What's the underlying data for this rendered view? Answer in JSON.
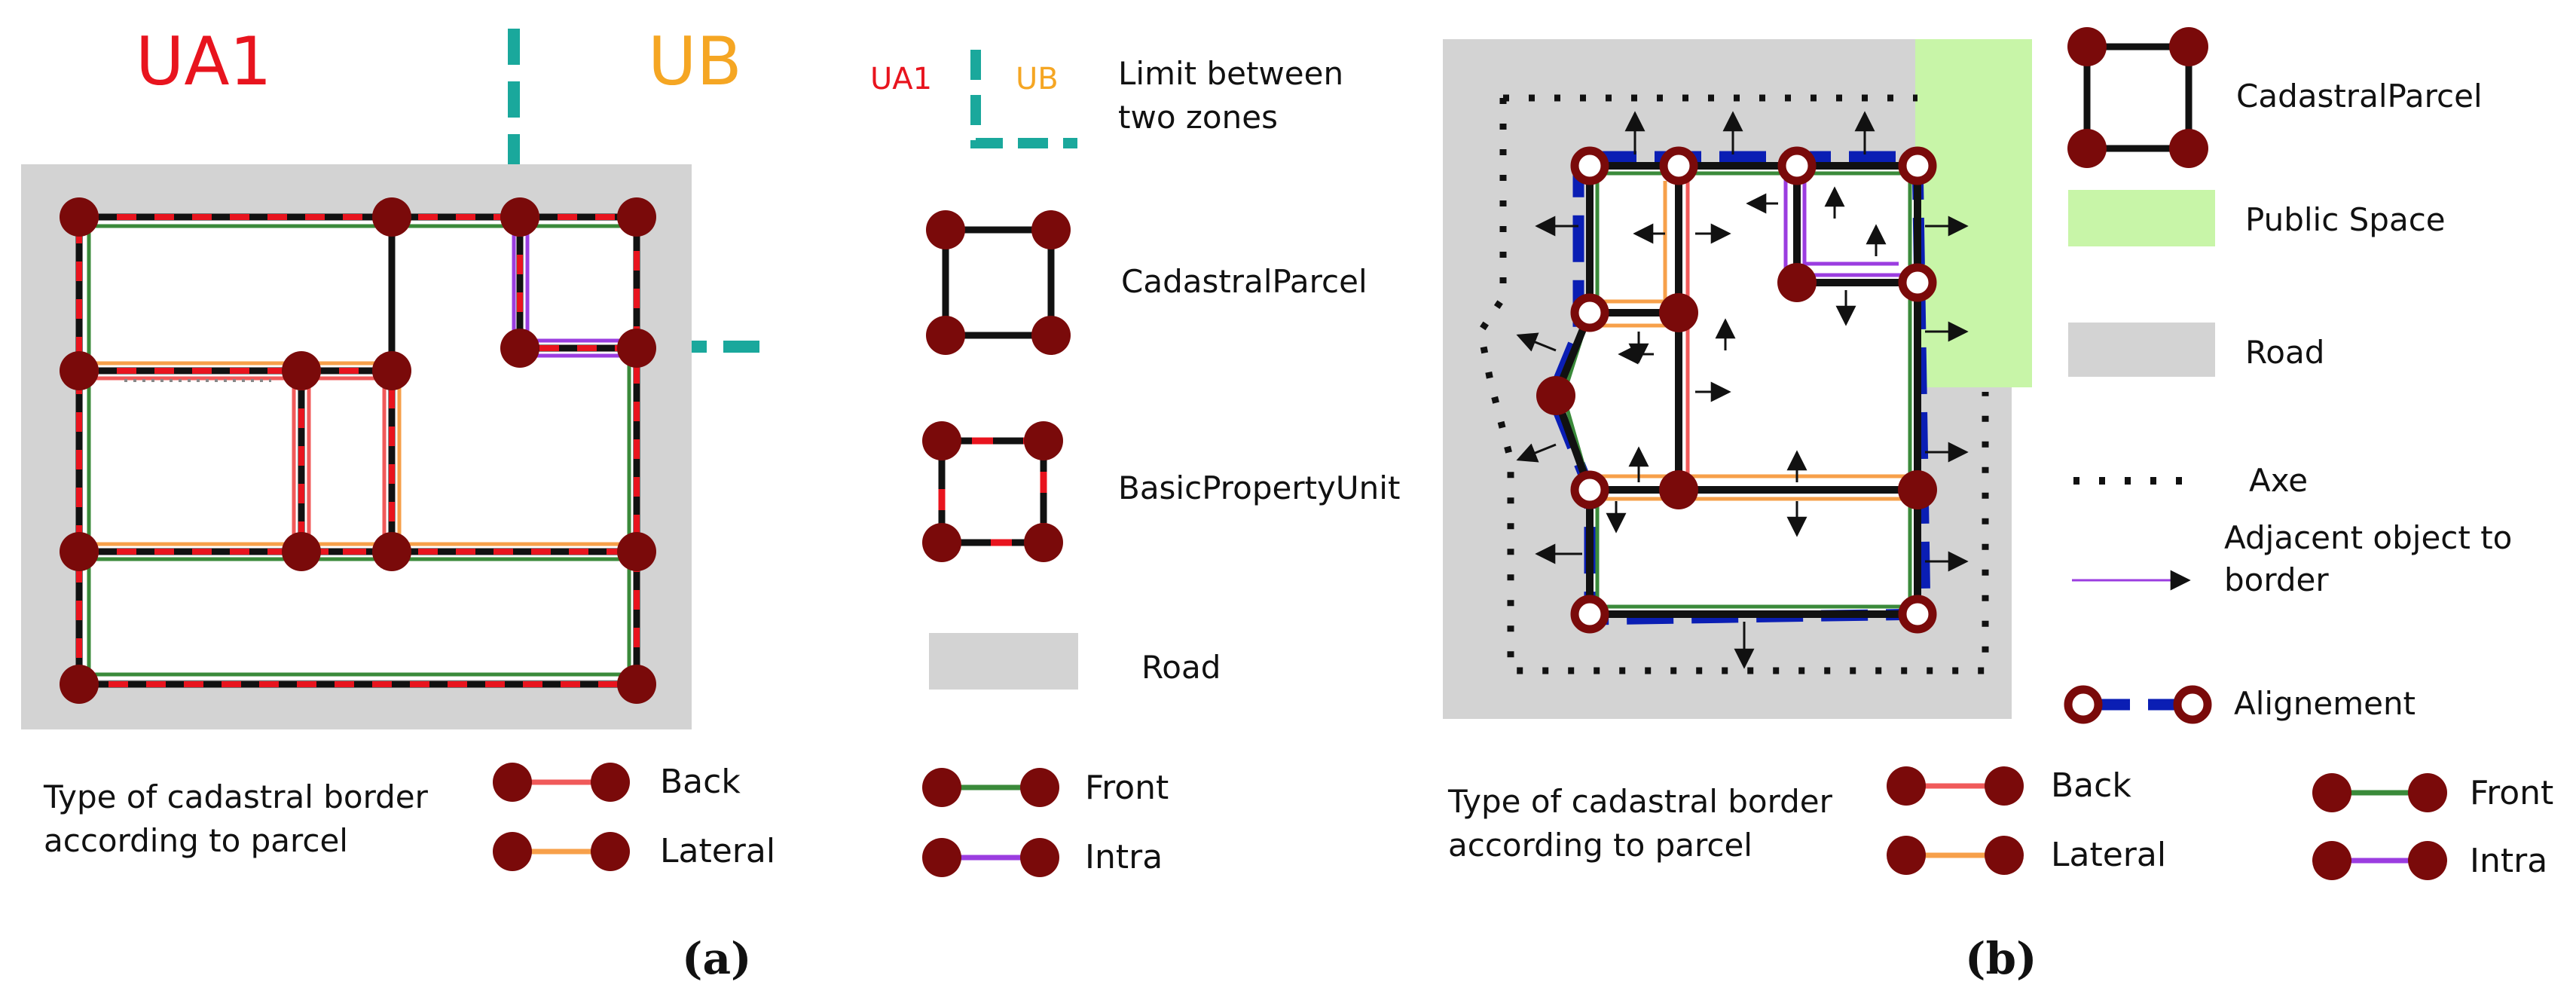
{
  "panel_a": {
    "zone_left": "UA1",
    "zone_right": "UB",
    "caption": "(a)",
    "border_type_label": [
      "Type of cadastral border",
      "according to parcel"
    ]
  },
  "panel_b": {
    "caption": "(b)",
    "border_type_label": [
      "Type of cadastral border",
      "according to parcel"
    ]
  },
  "legend_a": {
    "zone_limit_left": "UA1",
    "zone_limit_right": "UB",
    "zone_limit_label": [
      "Limit between",
      "two zones"
    ],
    "cadastral_parcel": "CadastralParcel",
    "basic_property_unit": "BasicPropertyUnit",
    "road": "Road",
    "back": "Back",
    "lateral": "Lateral",
    "front": "Front",
    "intra": "Intra"
  },
  "legend_b": {
    "cadastral_parcel": "CadastralParcel",
    "public_space": "Public Space",
    "road": "Road",
    "axe": "Axe",
    "adjacent_object": [
      "Adjacent object to",
      "border"
    ],
    "alignement": "Alignement",
    "back": "Back",
    "lateral": "Lateral",
    "front": "Front",
    "intra": "Intra"
  },
  "colors": {
    "zone_ua1": "#e8141e",
    "zone_ub": "#f5a623",
    "zone_limit": "#1aa89c",
    "node": "#7a0a0a",
    "road": "#d3d3d3",
    "public_space": "#c8f5a8",
    "back": "#f05a5a",
    "lateral": "#f7a04a",
    "front": "#3a8a3a",
    "intra": "#9b3de0",
    "alignement": "#0a1eb4"
  }
}
